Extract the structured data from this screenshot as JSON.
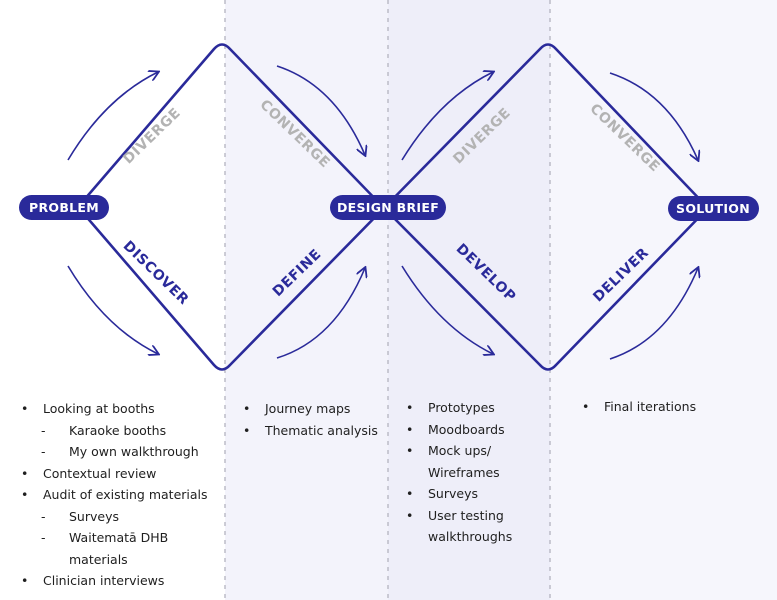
{
  "colors": {
    "accent": "#2a2a9a",
    "grey_label": "#b3b3b3",
    "shade": "#f3f3fb",
    "dashed_line": "#b8b8c4"
  },
  "nodes": {
    "problem": "PROBLEM",
    "design_brief": "DESIGN BRIEF",
    "solution": "SOLUTION"
  },
  "phases": {
    "diverge_1": "DIVERGE",
    "converge_1": "CONVERGE",
    "discover": "DISCOVER",
    "define": "DEFINE",
    "diverge_2": "DIVERGE",
    "converge_2": "CONVERGE",
    "develop": "DEVELOP",
    "deliver": "DELIVER"
  },
  "lists": {
    "discover": [
      {
        "text": "Looking at booths",
        "level": 0
      },
      {
        "text": "Karaoke booths",
        "level": 1
      },
      {
        "text": "My own walkthrough",
        "level": 1
      },
      {
        "text": "Contextual review",
        "level": 0
      },
      {
        "text": "Audit of existing materials",
        "level": 0
      },
      {
        "text": "Surveys",
        "level": 1
      },
      {
        "text": "Waitematā DHB materials",
        "level": 1
      },
      {
        "text": "Clinician interviews",
        "level": 0
      }
    ],
    "define": [
      {
        "text": "Journey maps",
        "level": 0
      },
      {
        "text": "Thematic analysis",
        "level": 0
      }
    ],
    "develop": [
      {
        "text": "Prototypes",
        "level": 0
      },
      {
        "text": "Moodboards",
        "level": 0
      },
      {
        "text": "Mock ups/",
        "level": 0
      },
      {
        "text": "Wireframes",
        "level": 0,
        "continuation": true
      },
      {
        "text": "Surveys",
        "level": 0
      },
      {
        "text": "User testing",
        "level": 0
      },
      {
        "text": "walkthroughs",
        "level": 0,
        "continuation": true
      }
    ],
    "deliver": [
      {
        "text": "Final iterations",
        "level": 0
      }
    ]
  }
}
